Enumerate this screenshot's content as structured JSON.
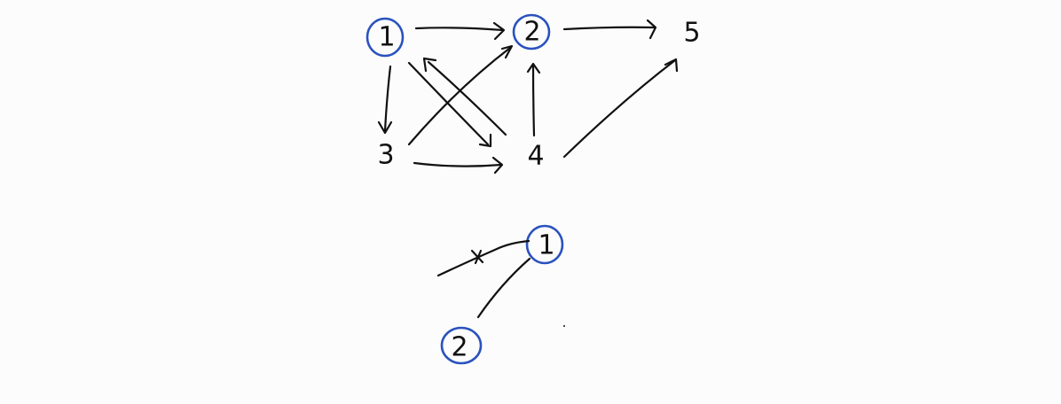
{
  "colors": {
    "background": "#fcfcfc",
    "ink": "#111111",
    "highlight_circle": "#2a52be"
  },
  "graph": {
    "nodes": [
      {
        "id": "1",
        "label": "1",
        "circled": true
      },
      {
        "id": "2",
        "label": "2",
        "circled": true
      },
      {
        "id": "3",
        "label": "3",
        "circled": false
      },
      {
        "id": "4",
        "label": "4",
        "circled": false
      },
      {
        "id": "5",
        "label": "5",
        "circled": false
      }
    ],
    "edges": [
      {
        "from": "1",
        "to": "2"
      },
      {
        "from": "2",
        "to": "5"
      },
      {
        "from": "1",
        "to": "3"
      },
      {
        "from": "1",
        "to": "4"
      },
      {
        "from": "4",
        "to": "1"
      },
      {
        "from": "3",
        "to": "2"
      },
      {
        "from": "3",
        "to": "4"
      },
      {
        "from": "4",
        "to": "2"
      },
      {
        "from": "4",
        "to": "5"
      }
    ]
  },
  "tree": {
    "nodes": [
      {
        "id": "1",
        "label": "1",
        "circled": true
      },
      {
        "id": "2",
        "label": "2",
        "circled": true
      }
    ],
    "edges": [
      {
        "from": "1",
        "to": "2",
        "crossed_out": false
      },
      {
        "from": "1",
        "to": "pruned",
        "crossed_out": true
      }
    ]
  }
}
